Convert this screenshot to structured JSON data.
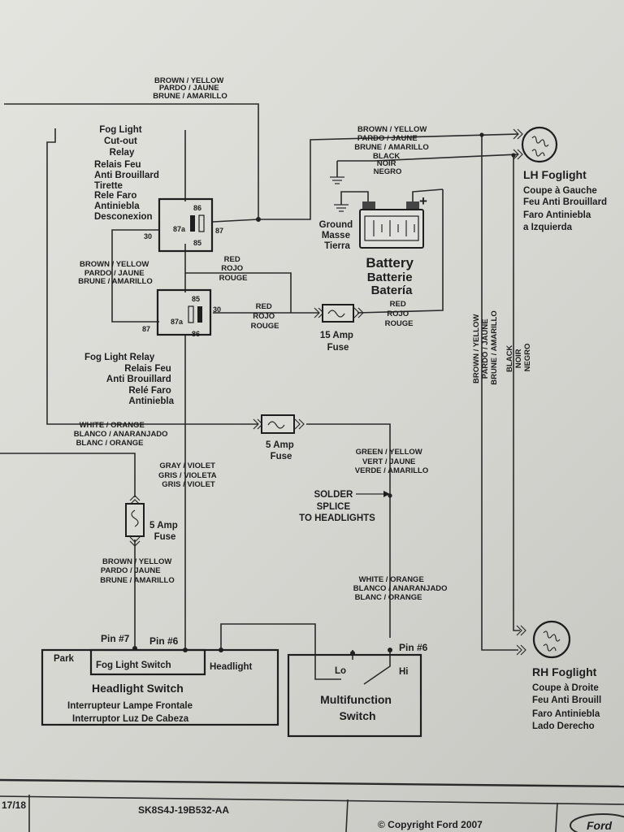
{
  "wires": {
    "top_brown_yellow": [
      "BROWN / YELLOW",
      "PARDO / JAUNE",
      "BRUNE / AMARILLO"
    ],
    "lh_brown_yellow": [
      "BROWN / YELLOW",
      "PARDO / JAUNE",
      "BRUNE / AMARILLO"
    ],
    "lh_black": [
      "BLACK",
      "NOIR",
      "NEGRO"
    ],
    "relay_brown_yellow": [
      "BROWN / YELLOW",
      "PARDO / JAUNE",
      "BRUNE / AMARILLO"
    ],
    "red_mid": [
      "RED",
      "ROJO",
      "ROUGE"
    ],
    "red_left": [
      "RED",
      "ROJO",
      "ROUGE"
    ],
    "red_right": [
      "RED",
      "ROJO",
      "ROUGE"
    ],
    "white_orange_top": [
      "WHITE / ORANGE",
      "BLANCO / ANARANJADO",
      "BLANC / ORANGE"
    ],
    "gray_violet": [
      "GRAY / VIOLET",
      "GRIS / VIOLETA",
      "GRIS / VIOLET"
    ],
    "green_yellow": [
      "GREEN / YELLOW",
      "VERT / JAUNE",
      "VERDE / AMARILLO"
    ],
    "brown_yellow_low": [
      "BROWN / YELLOW",
      "PARDO / JAUNE",
      "BRUNE / AMARILLO"
    ],
    "white_orange_low": [
      "WHITE / ORANGE",
      "BLANCO / ANARANJADO",
      "BLANC / ORANGE"
    ],
    "vertical_brown_yellow": [
      "BROWN / YELLOW",
      "PARDO / JAUNE",
      "BRUNE / AMARILLO"
    ],
    "vertical_black": [
      "BLACK",
      "NOIR",
      "NEGRO"
    ]
  },
  "cutout_relay": {
    "label": [
      "Fog Light",
      "Cut-out",
      "Relay"
    ],
    "sub": [
      "Relais Feu",
      "Anti Brouillard",
      "Tirette",
      "Rele Faro",
      "Antiniebla",
      "Desconexion"
    ],
    "pins": {
      "p86": "86",
      "p87a": "87a",
      "p85": "85",
      "p30": "30",
      "p87": "87"
    }
  },
  "fog_relay": {
    "label": "Fog Light Relay",
    "sub": [
      "Relais Feu",
      "Anti Brouillard",
      "Relé Faro",
      "Antiniebla"
    ],
    "pins": {
      "p85": "85",
      "p87a": "87a",
      "p86": "86",
      "p30": "30",
      "p87": "87"
    }
  },
  "ground": [
    "Ground",
    "Masse",
    "Tierra"
  ],
  "battery": {
    "lines": [
      "Battery",
      "Batterie",
      "Batería"
    ],
    "plus": "+"
  },
  "fuse15": [
    "15 Amp",
    "Fuse"
  ],
  "fuse5a": [
    "5 Amp",
    "Fuse"
  ],
  "fuse5b": [
    "5 Amp",
    "Fuse"
  ],
  "solder": [
    "SOLDER",
    "SPLICE",
    "TO HEADLIGHTS"
  ],
  "lh_foglight": {
    "title": "LH Foglight",
    "sub": [
      "Coupe à Gauche",
      "Feu Anti Brouillard",
      "Faro Antiniebla",
      "a Izquierda"
    ]
  },
  "rh_foglight": {
    "title": "RH Foglight",
    "sub": [
      "Coupe à Droite",
      "Feu Anti Brouill",
      "Faro Antiniebla",
      "Lado Derecho"
    ]
  },
  "headlight_switch": {
    "pin7": "Pin #7",
    "pin6": "Pin #6",
    "park": "Park",
    "fog": "Fog Light Switch",
    "headlight": "Headlight",
    "title": "Headlight Switch",
    "sub": [
      "Interrupteur Lampe Frontale",
      "Interruptor Luz De Cabeza"
    ]
  },
  "multifunction": {
    "pin6": "Pin #6",
    "lo": "Lo",
    "hi": "Hi",
    "title": [
      "Multifunction",
      "Switch"
    ]
  },
  "footer": {
    "page": "17/18",
    "code": "SK8S4J-19B532-AA",
    "copyright": "© Copyright Ford 2007",
    "logo": "Ford"
  }
}
